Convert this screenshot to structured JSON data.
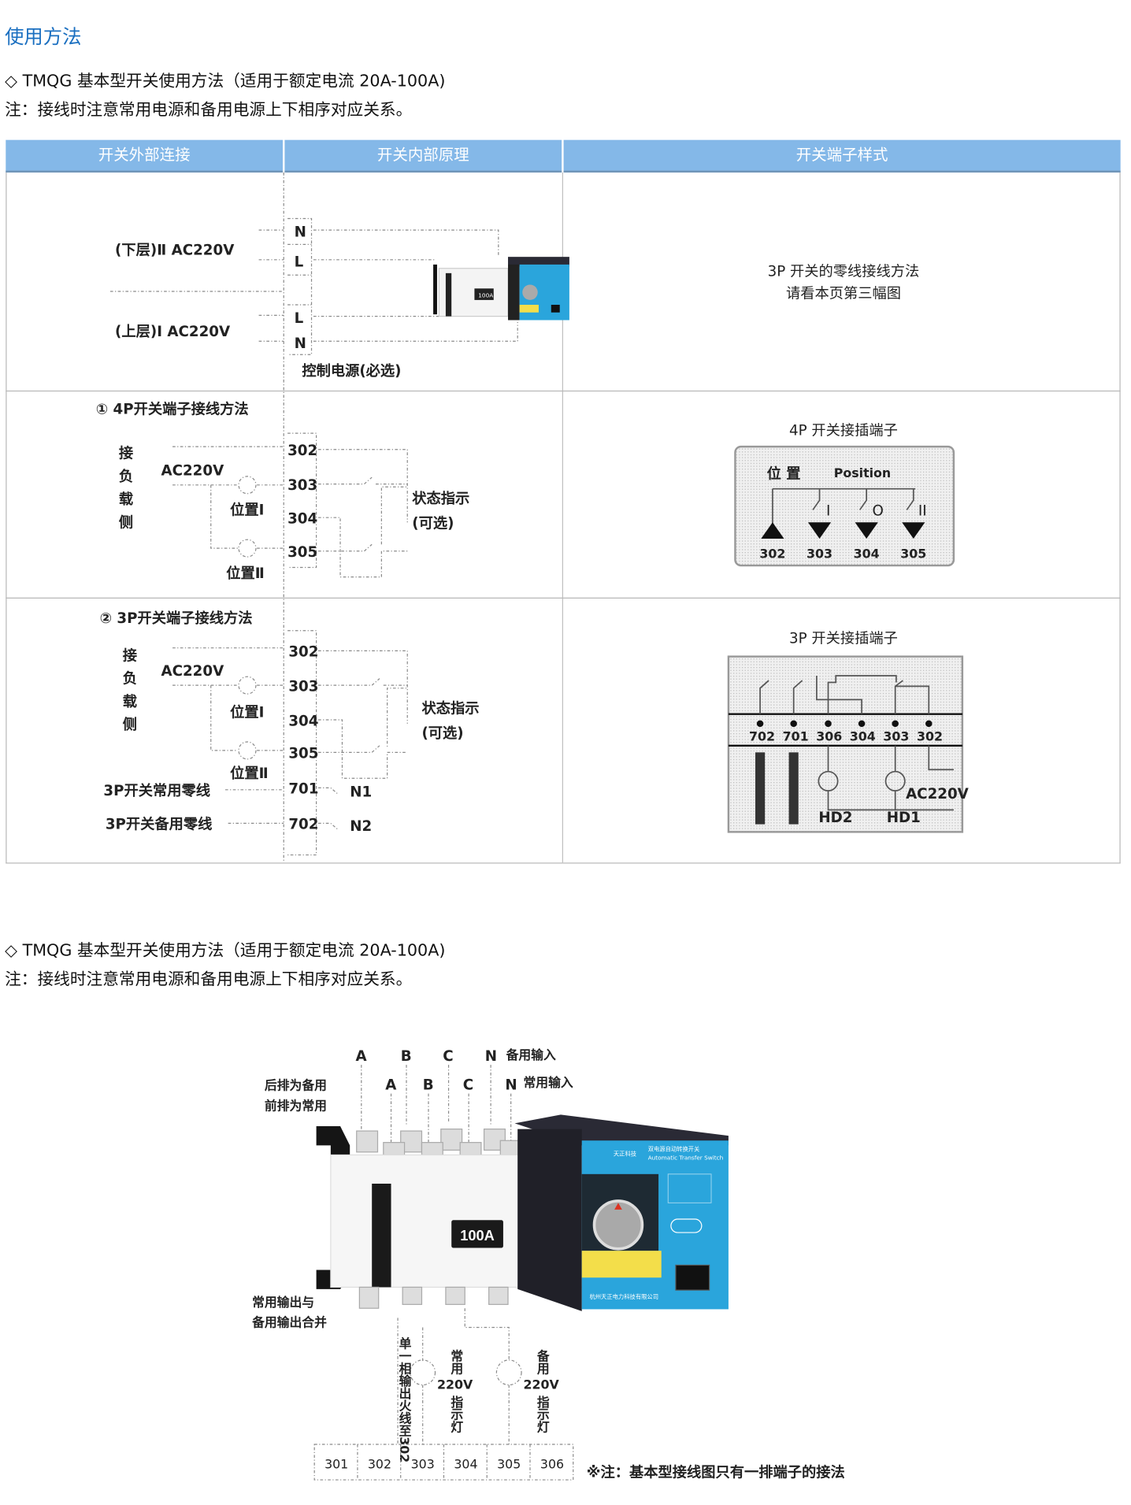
{
  "page_title": "使用方法",
  "section1": {
    "heading": "◇ TMQG 基本型开关使用方法（适用于额定电流 20A-100A)",
    "note": "注：接线时注意常用电源和备用电源上下相序对应关系。"
  },
  "table": {
    "headers": [
      "开关外部连接",
      "开关内部原理",
      "开关端子样式"
    ],
    "row1": {
      "lower": "(下层)Ⅱ AC220V",
      "upper": "(上层)Ⅰ AC220V",
      "terminals": [
        "N",
        "L",
        "L",
        "N"
      ],
      "control": "控制电源(必选)",
      "product_rating": "100A",
      "info_line1": "3P 开关的零线接线方法",
      "info_line2": "请看本页第三幅图"
    },
    "row2": {
      "title": "① 4P开关端子接线方法",
      "side": [
        "接",
        "负",
        "载",
        "侧"
      ],
      "voltage": "AC220V",
      "pos1": "位置Ⅰ",
      "pos2": "位置Ⅱ",
      "terminals": [
        "302",
        "303",
        "304",
        "305"
      ],
      "status": "状态指示",
      "optional": "(可选)",
      "plug_title": "4P 开关接插端子",
      "plug_pos_cn": "位 置",
      "plug_pos_en": "Position",
      "plug_marks": [
        "I",
        "O",
        "II"
      ],
      "plug_terminals": [
        "302",
        "303",
        "304",
        "305"
      ]
    },
    "row3": {
      "title": "② 3P开关端子接线方法",
      "side": [
        "接",
        "负",
        "载",
        "侧"
      ],
      "voltage": "AC220V",
      "pos1": "位置Ⅰ",
      "pos2": "位置Ⅱ",
      "terminals": [
        "302",
        "303",
        "304",
        "305",
        "701",
        "702"
      ],
      "neutral1": "3P开关常用零线",
      "neutral2": "3P开关备用零线",
      "n1": "N1",
      "n2": "N2",
      "status": "状态指示",
      "optional": "(可选)",
      "plug_title": "3P 开关接插端子",
      "plug_terminals": [
        "702",
        "701",
        "306",
        "304",
        "303",
        "302"
      ],
      "plug_lamps": [
        "HD2",
        "HD1"
      ],
      "plug_voltage": "AC220V"
    }
  },
  "section2": {
    "heading": "◇ TMQG 基本型开关使用方法（适用于额定电流 20A-100A)",
    "note": "注：接线时注意常用电源和备用电源上下相序对应关系。",
    "back_row": [
      "A",
      "B",
      "C",
      "N"
    ],
    "back_label": "备用输入",
    "front_row": [
      "A",
      "B",
      "C",
      "N"
    ],
    "front_label": "常用输入",
    "rows_note1": "后排为备用",
    "rows_note2": "前排为常用",
    "output_note1": "常用输出与",
    "output_note2": "备用输出合并",
    "rating": "100A",
    "brand": "天正科技",
    "product_cn": "双电源自动转换开关",
    "product_en": "Automatic Transfer Switch",
    "company": "杭州天正电力科技有限公司",
    "live_label": "单一相输出火线至302",
    "normal_lamp_top": "常用",
    "normal_lamp_v": "220V",
    "normal_lamp_bottom": "指示灯",
    "standby_lamp_top": "备用",
    "standby_lamp_v": "220V",
    "standby_lamp_bottom": "指示灯",
    "terminals": [
      "301",
      "302",
      "303",
      "304",
      "305",
      "306"
    ],
    "footnote": "※注：基本型接线图只有一排端子的接法"
  },
  "colors": {
    "title": "#1a6fc0",
    "header": "#84b8e8",
    "panel": "#2aa5dc",
    "band": "#f3de4a"
  }
}
